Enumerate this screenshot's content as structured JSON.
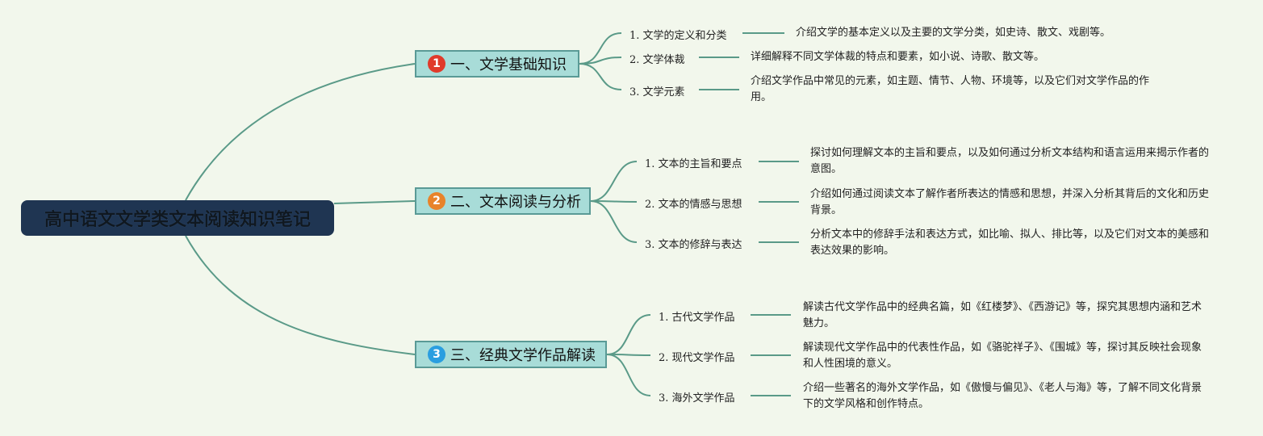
{
  "root": {
    "title": "高中语文文学类文本阅读知识笔记"
  },
  "branches": [
    {
      "badge": "1",
      "badge_color": "#e03a2a",
      "label": "一、文学基础知识",
      "items": [
        {
          "label": "1. 文学的定义和分类",
          "desc": "介绍文学的基本定义以及主要的文学分类，如史诗、散文、戏剧等。"
        },
        {
          "label": "2. 文学体裁",
          "desc": "详细解释不同文学体裁的特点和要素，如小说、诗歌、散文等。"
        },
        {
          "label": "3. 文学元素",
          "desc": "介绍文学作品中常见的元素，如主题、情节、人物、环境等，以及它们对文学作品的作用。"
        }
      ]
    },
    {
      "badge": "2",
      "badge_color": "#e8832a",
      "label": "二、文本阅读与分析",
      "items": [
        {
          "label": "1. 文本的主旨和要点",
          "desc": "探讨如何理解文本的主旨和要点，以及如何通过分析文本结构和语言运用来揭示作者的意图。"
        },
        {
          "label": "2. 文本的情感与思想",
          "desc": "介绍如何通过阅读文本了解作者所表达的情感和思想，并深入分析其背后的文化和历史背景。"
        },
        {
          "label": "3. 文本的修辞与表达",
          "desc": "分析文本中的修辞手法和表达方式，如比喻、拟人、排比等，以及它们对文本的美感和表达效果的影响。"
        }
      ]
    },
    {
      "badge": "3",
      "badge_color": "#2a9ee0",
      "label": "三、经典文学作品解读",
      "items": [
        {
          "label": "1. 古代文学作品",
          "desc": "解读古代文学作品中的经典名篇，如《红楼梦》、《西游记》等，探究其思想内涵和艺术魅力。"
        },
        {
          "label": "2. 现代文学作品",
          "desc": "解读现代文学作品中的代表性作品，如《骆驼祥子》、《围城》等，探讨其反映社会现象和人性困境的意义。"
        },
        {
          "label": "3. 海外文学作品",
          "desc": "介绍一些著名的海外文学作品，如《傲慢与偏见》、《老人与海》等，了解不同文化背景下的文学风格和创作特点。"
        }
      ]
    }
  ],
  "colors": {
    "line": "#5a9a88",
    "root_bg": "#1f3552",
    "branch_bg": "#a8dcd8",
    "background": "#f2f7ec"
  }
}
